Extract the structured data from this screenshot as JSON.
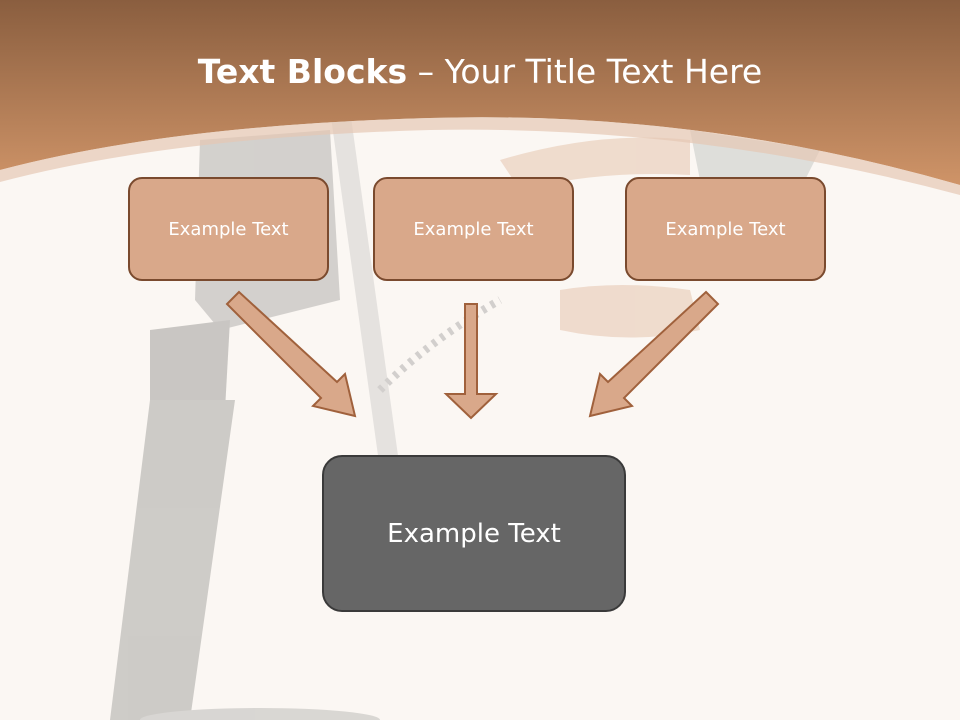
{
  "title": {
    "bold": "Text Blocks",
    "dash": " – ",
    "rest": "Your Title Text Here"
  },
  "blocks": [
    {
      "label": "Example Text"
    },
    {
      "label": "Example Text"
    },
    {
      "label": "Example Text"
    }
  ],
  "main_block": {
    "label": "Example Text"
  },
  "colors": {
    "header_top": "#8a5a3a",
    "header_bottom": "#c98e62",
    "block_fill": "#d9a88a",
    "block_border": "#7a4a2e",
    "main_fill": "#666666",
    "background": "#fbf7f3"
  }
}
